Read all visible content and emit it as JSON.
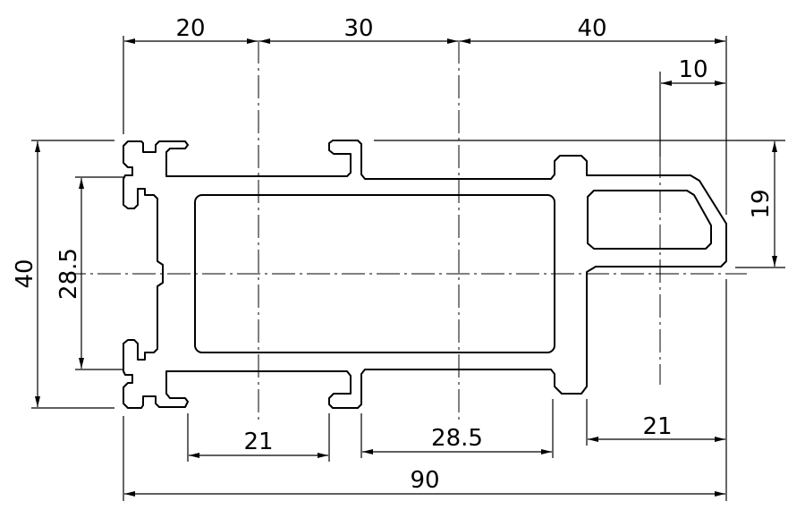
{
  "dimensions": {
    "top_left": "20",
    "top_middle": "30",
    "top_right": "40",
    "top_small": "10",
    "right_vertical": "19",
    "left_outer": "40",
    "left_inner": "28.5",
    "bottom_left": "21",
    "bottom_middle": "28.5",
    "bottom_right": "21",
    "overall": "90"
  }
}
